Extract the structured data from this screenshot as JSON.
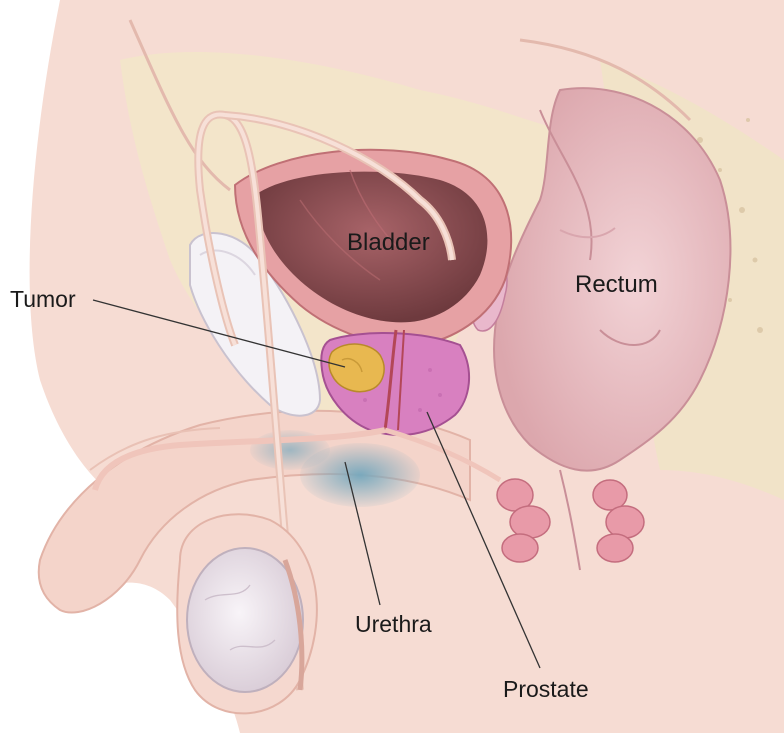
{
  "labels": {
    "bladder": "Bladder",
    "rectum": "Rectum",
    "tumor": "Tumor",
    "urethra": "Urethra",
    "prostate": "Prostate"
  },
  "colors": {
    "skin": "#f6dcd3",
    "tissue": "#f3e6c9",
    "bladder_wall": "#d98c8f",
    "bladder_lumen": "#8e4f53",
    "prostate": "#d880c0",
    "tumor": "#e8b850",
    "rectum": "#ebc2c6",
    "testis": "#ece5ec",
    "blue_tissue": "#8fb9c9"
  }
}
